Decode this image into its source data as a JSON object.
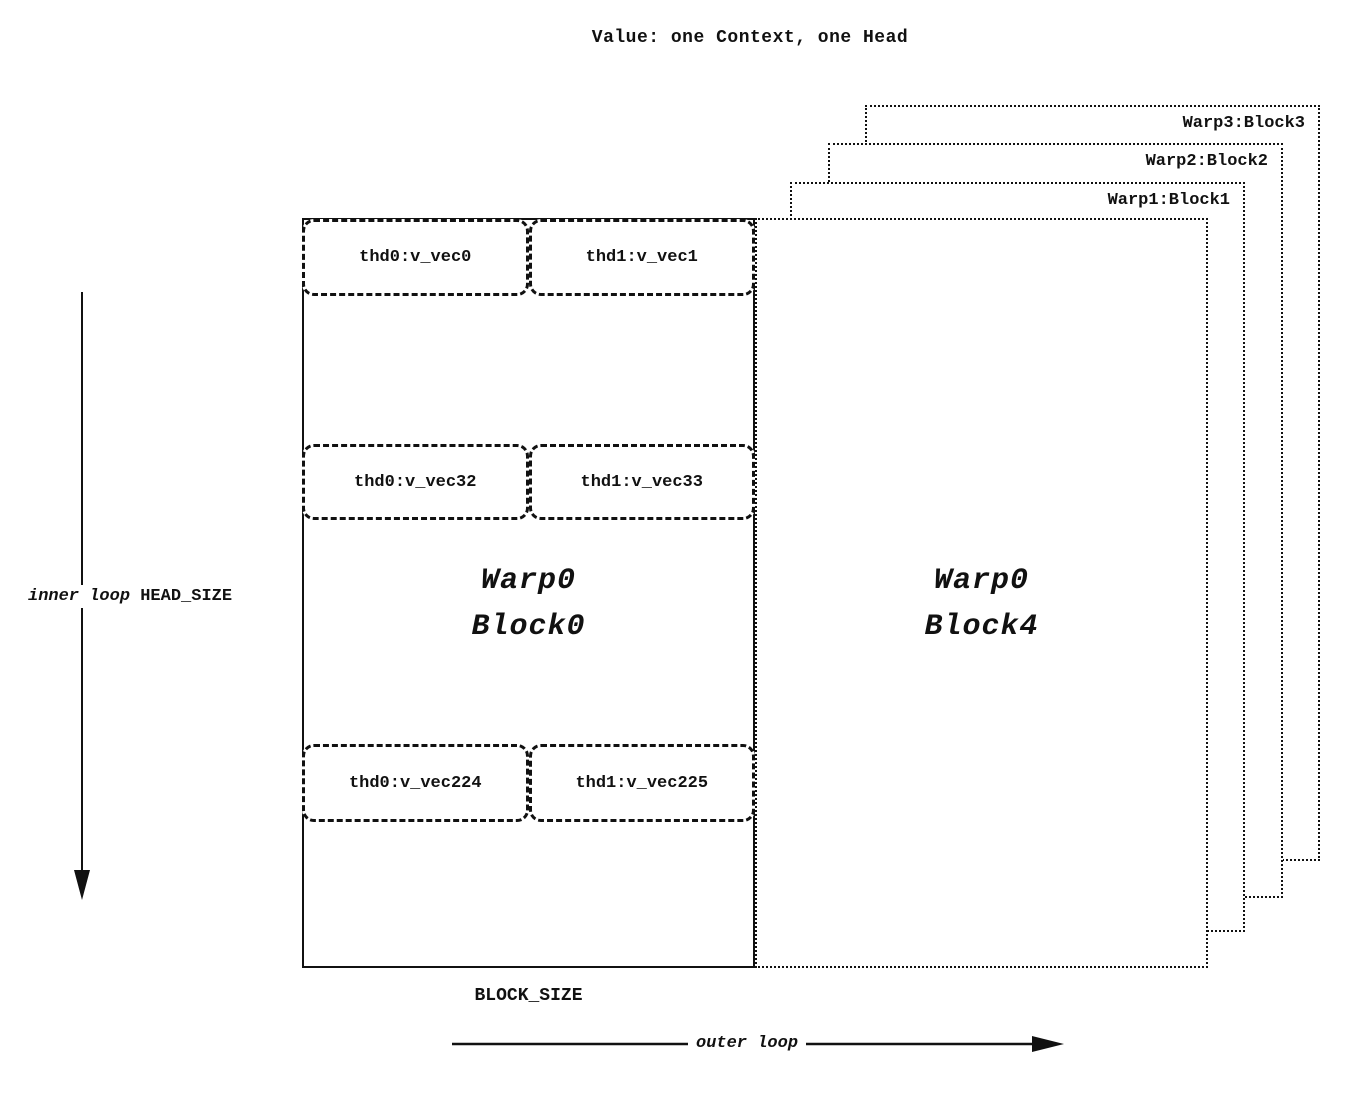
{
  "title": "Value: one Context, one Head",
  "back_blocks": [
    {
      "label": "Warp3:Block3"
    },
    {
      "label": "Warp2:Block2"
    },
    {
      "label": "Warp1:Block1"
    }
  ],
  "front_block": {
    "line1": "Warp0",
    "line2": "Block4"
  },
  "main_block": {
    "line1": "Warp0",
    "line2": "Block0",
    "rows": [
      {
        "cells": [
          "thd0:v_vec0",
          "thd1:v_vec1"
        ]
      },
      {
        "cells": [
          "thd0:v_vec32",
          "thd1:v_vec33"
        ]
      },
      {
        "cells": [
          "thd0:v_vec224",
          "thd1:v_vec225"
        ]
      }
    ]
  },
  "left_axis": {
    "loop_label": "inner loop",
    "size_label": "HEAD_SIZE"
  },
  "bottom_axis": {
    "size_label": "BLOCK_SIZE",
    "loop_label": "outer loop"
  },
  "colors": {
    "ink": "#111111",
    "background": "#ffffff"
  }
}
